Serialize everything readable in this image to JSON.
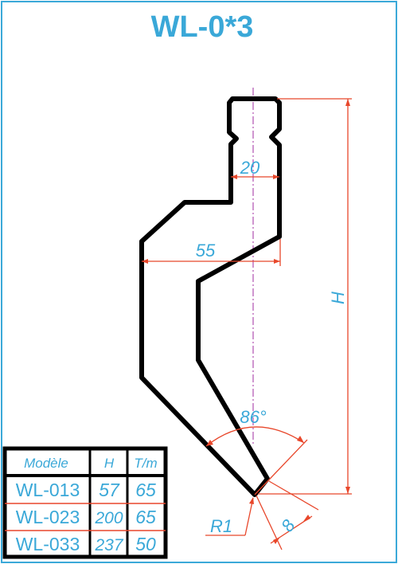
{
  "title": "WL-0*3",
  "dimensions": {
    "width_small": "20",
    "width_large": "55",
    "height": "H",
    "angle": "86°",
    "radius": "R1",
    "tip_width": "8"
  },
  "table": {
    "headers": [
      "Modèle",
      "H",
      "T/m"
    ],
    "rows": [
      [
        "WL-013",
        "57",
        "65"
      ],
      [
        "WL-023",
        "200",
        "65"
      ],
      [
        "WL-033",
        "237",
        "50"
      ]
    ]
  },
  "colors": {
    "frame": "#3aa8d8",
    "title": "#3aa8d8",
    "text": "#3aa8d8",
    "dimension": "#e8472b",
    "centerline": "#b04fb0",
    "outline": "#000000"
  }
}
